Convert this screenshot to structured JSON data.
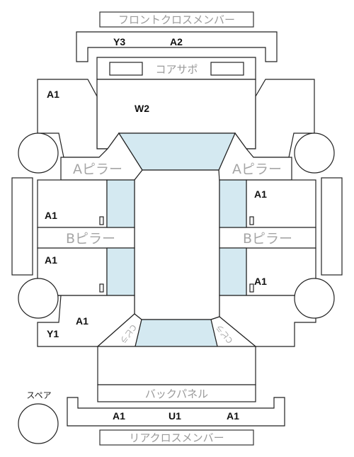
{
  "labels": {
    "front_cross_member": "フロントクロスメンバー",
    "core_support": "コアサポ",
    "a_pillar_left": "Aピラー",
    "a_pillar_right": "Aピラー",
    "b_pillar_left": "Bピラー",
    "b_pillar_right": "Bピラー",
    "back_panel": "バックパネル",
    "rear_cross_member": "リアクロスメンバー",
    "spare": "スペア",
    "pillar_c_left": "Cピラ",
    "pillar_c_right": "Cピラ"
  },
  "codes": {
    "front_member_left": "Y3",
    "front_member_right": "A2",
    "hood_area": "W2",
    "front_left_fender": "A1",
    "front_right_door": "A1",
    "left_front_door": "A1",
    "left_rear_door": "A1",
    "right_rear_door": "A1",
    "left_rear_quarter": "A1",
    "left_rear_corner": "Y1",
    "rear_member_left": "A1",
    "rear_member_center": "U1",
    "rear_member_right": "A1"
  }
}
